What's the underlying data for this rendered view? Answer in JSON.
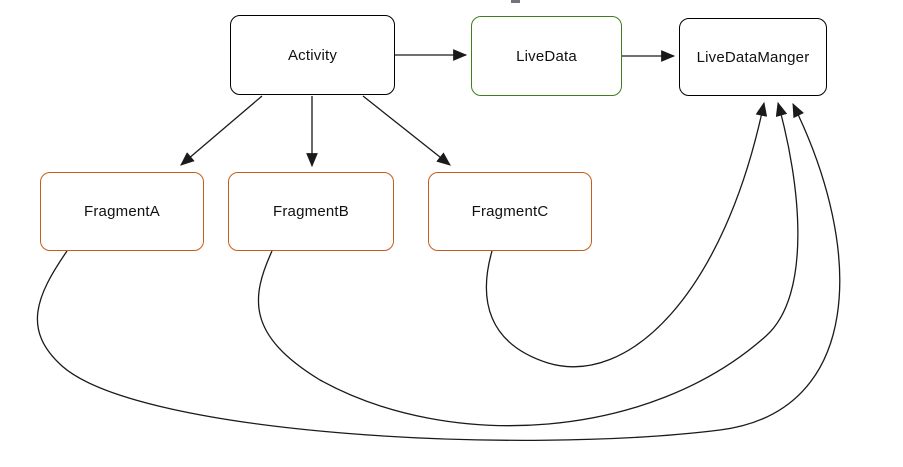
{
  "diagram": {
    "background_color": "#ffffff",
    "edge_color": "#1a1a1a",
    "nodes": [
      {
        "id": "activity",
        "label": "Activity",
        "border_color": "#000000"
      },
      {
        "id": "livedata",
        "label": "LiveData",
        "border_color": "#3f7e20"
      },
      {
        "id": "livedatamanger",
        "label": "LiveDataManger",
        "border_color": "#000000"
      },
      {
        "id": "fragment-a",
        "label": "FragmentA",
        "border_color": "#c75b1d"
      },
      {
        "id": "fragment-b",
        "label": "FragmentB",
        "border_color": "#c75b1d"
      },
      {
        "id": "fragment-c",
        "label": "FragmentC",
        "border_color": "#c75b1d"
      }
    ],
    "edges": [
      {
        "from": "Activity",
        "to": "LiveData",
        "style": "straight-arrow"
      },
      {
        "from": "LiveData",
        "to": "LiveDataManger",
        "style": "straight-arrow"
      },
      {
        "from": "Activity",
        "to": "FragmentA",
        "style": "straight-arrow"
      },
      {
        "from": "Activity",
        "to": "FragmentB",
        "style": "straight-arrow"
      },
      {
        "from": "Activity",
        "to": "FragmentC",
        "style": "straight-arrow"
      },
      {
        "from": "FragmentA",
        "to": "LiveDataManger",
        "style": "curved-arrow"
      },
      {
        "from": "FragmentB",
        "to": "LiveDataManger",
        "style": "curved-arrow"
      },
      {
        "from": "FragmentC",
        "to": "LiveDataManger",
        "style": "curved-arrow"
      }
    ]
  }
}
